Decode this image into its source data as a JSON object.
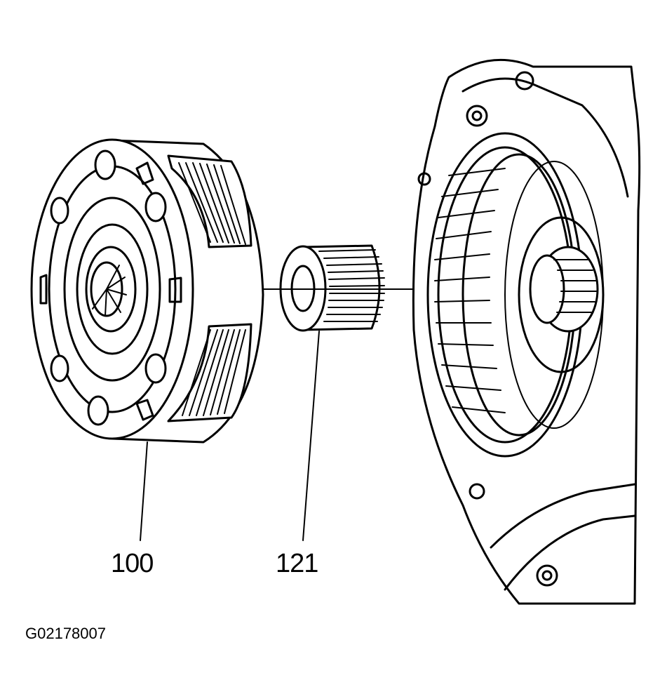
{
  "callouts": [
    {
      "id": "carrier",
      "label": "100"
    },
    {
      "id": "sun-gear",
      "label": "121"
    }
  ],
  "figure_id": "G02178007",
  "colors": {
    "ink": "#000000",
    "paper": "#ffffff"
  }
}
